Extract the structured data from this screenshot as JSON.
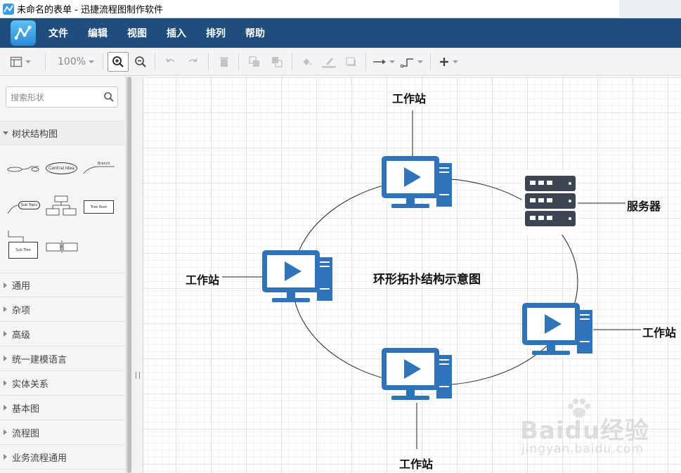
{
  "window": {
    "title": "未命名的表单 - 迅捷流程图制作软件"
  },
  "menu": {
    "items": [
      "文件",
      "编辑",
      "视图",
      "插入",
      "排列",
      "帮助"
    ]
  },
  "toolbar": {
    "zoom": "100%"
  },
  "sidebar": {
    "search_placeholder": "搜索形状",
    "expanded_section": "树状结构图",
    "shape_labels": {
      "central_idea": "Central Idea",
      "branch": "Branch",
      "sub_topic": "Sub Topic",
      "tree_root": "Tree Root",
      "sub_tree": "Sub Tree"
    },
    "categories": [
      "通用",
      "杂项",
      "高级",
      "统一建模语言",
      "实体关系",
      "基本图",
      "流程图",
      "业务流程通用"
    ]
  },
  "diagram": {
    "title": "环形拓扑结构示意图",
    "workstation_label": "工作站",
    "server_label": "服务器"
  },
  "watermark": {
    "brand": "Baidu经验",
    "url": "jingyan.baidu.com"
  },
  "colors": {
    "menubar": "#1f4e7d",
    "monitor": "#2f74b8",
    "server": "#3d4452"
  }
}
